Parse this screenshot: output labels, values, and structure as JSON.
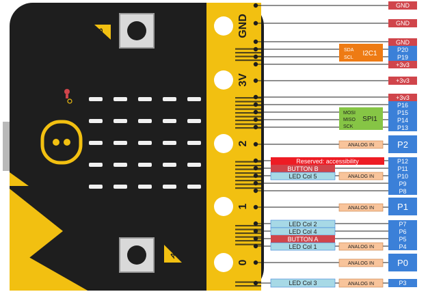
{
  "board": {
    "button_a": "A",
    "button_b": "B",
    "edge_labels": {
      "gnd": "GND",
      "v3": "3V",
      "pad2": "2",
      "pad1": "1",
      "pad0": "0"
    },
    "led_rows": 5,
    "led_cols": 5
  },
  "pin_labels": {
    "gnd_top_1": "GND",
    "gnd_top_2": "GND",
    "gnd_3": "GND",
    "p20": "P20",
    "p19": "P19",
    "v33_1": "+3v3",
    "v33_2": "+3v3",
    "v33_3": "+3v3",
    "p16": "P16",
    "p15": "P15",
    "p14": "P14",
    "p13": "P13",
    "p2": "P2",
    "p12": "P12",
    "p11": "P11",
    "p10": "P10",
    "p9": "P9",
    "p8": "P8",
    "p1": "P1",
    "p7": "P7",
    "p6": "P6",
    "p5": "P5",
    "p4": "P4",
    "p0": "P0",
    "p3": "P3"
  },
  "i2c": {
    "name": "I2C1",
    "sda": "SDA",
    "scl": "SCL"
  },
  "spi": {
    "name": "SPI1",
    "mosi": "MOSI",
    "miso": "MISO",
    "sck": "SCK"
  },
  "functions": {
    "reserved": "Reserved: accessibility",
    "button_b": "BUTTON B",
    "button_a": "BUTTON A",
    "led_col_5": "LED Col 5",
    "led_col_2": "LED Col 2",
    "led_col_4": "LED Col 4",
    "led_col_1": "LED Col 1",
    "led_col_3": "LED Col 3",
    "analog_in": "ANALOG IN"
  },
  "colors": {
    "board": "#1e1e1e",
    "gold": "#f2c011",
    "pin_blue": "#3b80d8",
    "pin_red": "#d0454b",
    "i2c_orange": "#ee7b14",
    "spi_green": "#86c545",
    "analog_peach": "#f8c49b",
    "led_col_cyan": "#a7d9e6",
    "reserved_red": "#ee1c24"
  }
}
